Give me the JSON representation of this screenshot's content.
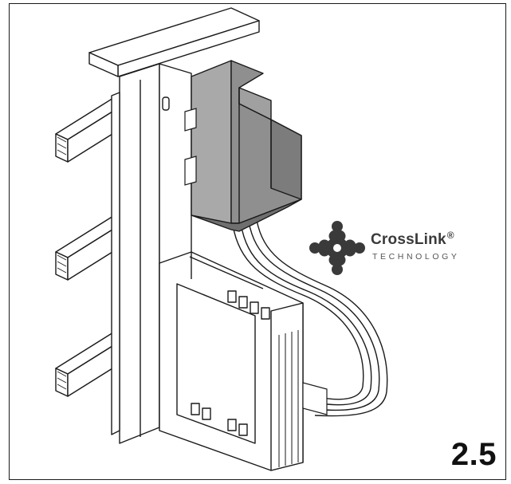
{
  "figure": {
    "number": "2.5"
  },
  "logo": {
    "name": "CrossLink",
    "trademark": "®",
    "tagline": "TECHNOLOGY",
    "icon": "crosslink-logo-icon"
  },
  "colors": {
    "line": "#1a1a1a",
    "module": "#8f8f8f",
    "module_dark": "#6f6f6f",
    "module_light": "#a9a9a9",
    "logo": "#3a3a3a"
  }
}
